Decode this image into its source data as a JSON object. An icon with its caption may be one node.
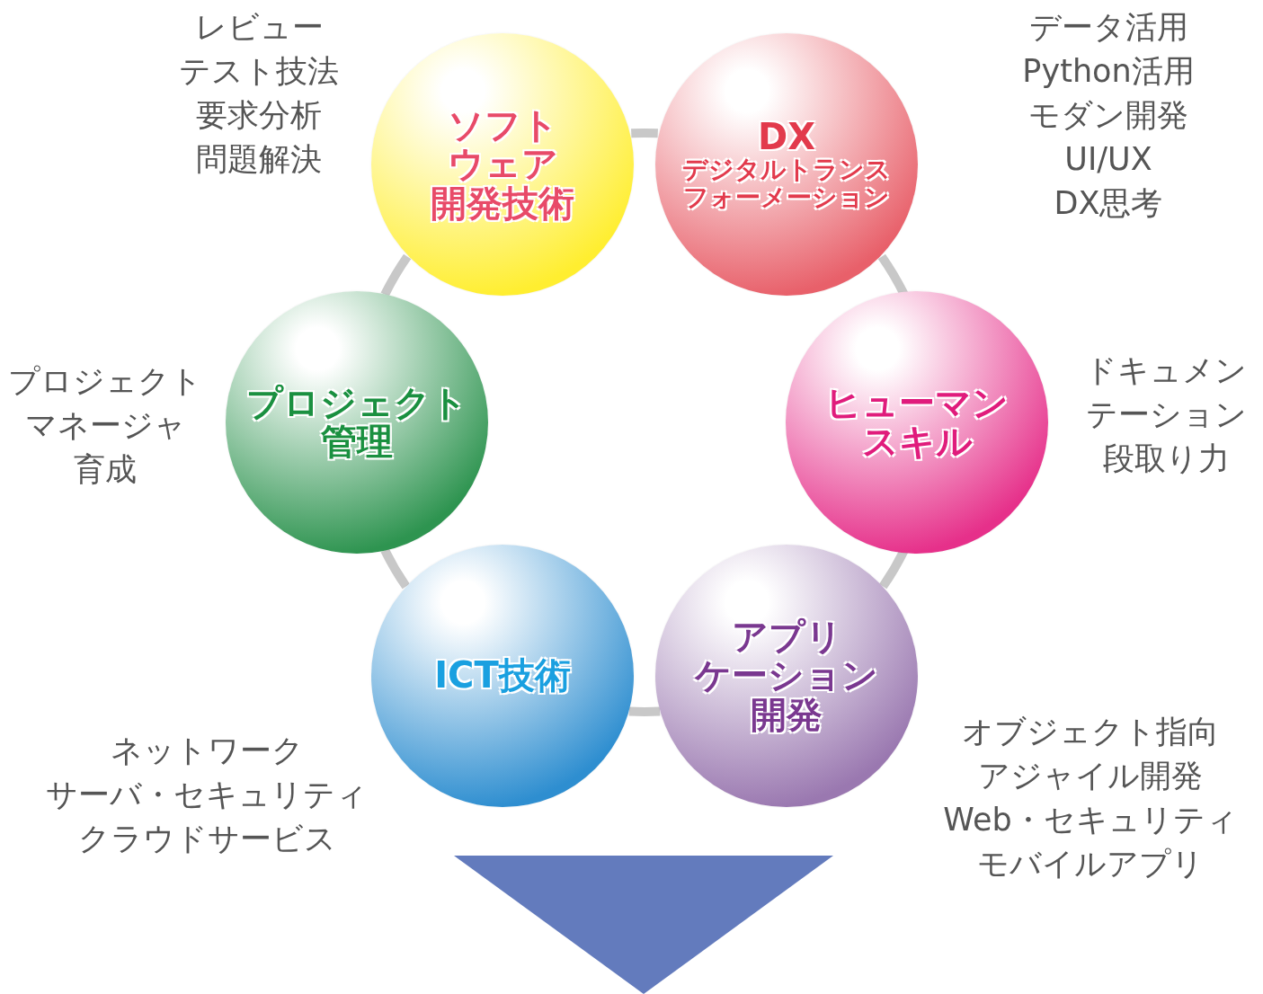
{
  "diagram": {
    "nodes": [
      {
        "text": [
          "ソフトウェア開発技術"
        ],
        "beside": [
          "レビュー",
          "テスト技法",
          "要求分析",
          "問題解決"
        ]
      },
      {
        "text": [
          "DX",
          "デジタルトランスフォーメーション"
        ],
        "beside": [
          "データ活用",
          "Python活用",
          "モダン開発",
          "UI/UX",
          "DX思考"
        ]
      },
      {
        "text": [
          "プロジェクト管理"
        ],
        "beside": [
          "プロジェクト",
          "マネージャ",
          "育成"
        ]
      },
      {
        "text": [
          "ヒューマンスキル"
        ],
        "beside": [
          "ドキュメン",
          "テーション",
          "段取り力"
        ]
      },
      {
        "text": [
          "ICT技術"
        ],
        "beside": [
          "ネットワーク",
          "サーバ・セキュリティ",
          "クラウドサービス"
        ]
      },
      {
        "text": [
          "アプリケーション開発"
        ],
        "beside": [
          "オブジェクト指向",
          "アジャイル開発",
          "Web・セキュリティ",
          "モバイルアプリ"
        ]
      }
    ],
    "edges": [
      {
        "from": 0,
        "to": 1,
        "arrow": "none"
      },
      {
        "from": 1,
        "to": 3,
        "arrow": "none"
      },
      {
        "from": 3,
        "to": 5,
        "arrow": "none"
      },
      {
        "from": 5,
        "to": 4,
        "arrow": "none"
      },
      {
        "from": 4,
        "to": 2,
        "arrow": "none"
      },
      {
        "from": 2,
        "to": 0,
        "arrow": "none"
      }
    ]
  }
}
